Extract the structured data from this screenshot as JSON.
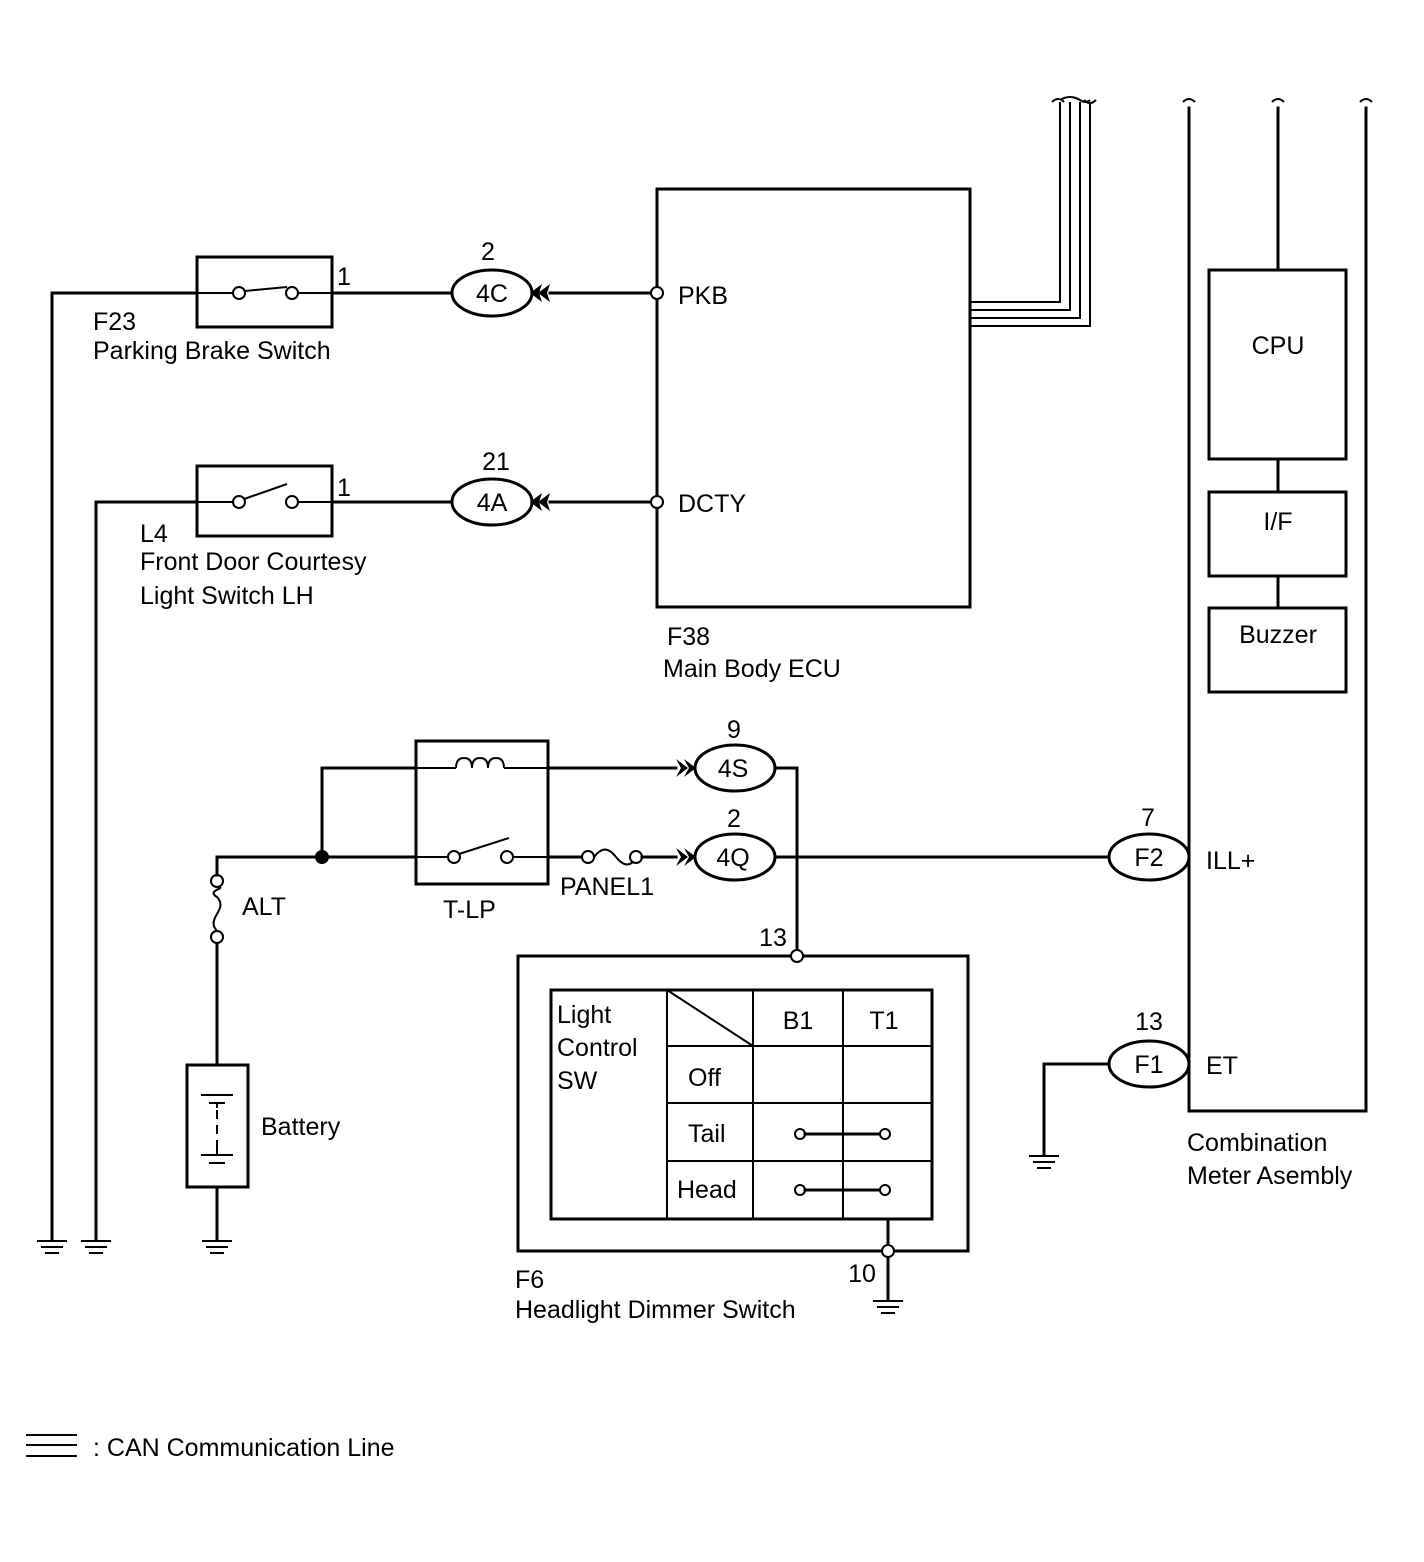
{
  "parking_brake": {
    "code": "F23",
    "name": "Parking Brake Switch",
    "pin": "1"
  },
  "courtesy_switch": {
    "code": "L4",
    "name_line1": "Front Door Courtesy",
    "name_line2": "Light Switch LH",
    "pin": "1"
  },
  "connectors": {
    "c4C": {
      "label": "4C",
      "pin": "2"
    },
    "c4A": {
      "label": "4A",
      "pin": "21"
    },
    "c4S": {
      "label": "4S",
      "pin": "9"
    },
    "c4Q": {
      "label": "4Q",
      "pin": "2"
    },
    "cF2": {
      "label": "F2",
      "pin": "7"
    },
    "cF1": {
      "label": "F1",
      "pin": "13"
    }
  },
  "ecu": {
    "code": "F38",
    "name": "Main Body ECU",
    "pin_pkb": "PKB",
    "pin_dcty": "DCTY"
  },
  "meter": {
    "name_line1": "Combination",
    "name_line2": "Meter Asembly",
    "cpu": "CPU",
    "interface": "I/F",
    "buzzer": "Buzzer",
    "pin_ill": "ILL+",
    "pin_et": "ET"
  },
  "relay": {
    "label": "T-LP"
  },
  "fuse_panel": {
    "label": "PANEL1"
  },
  "fuse_alt": {
    "label": "ALT"
  },
  "battery": {
    "label": "Battery"
  },
  "dimmer": {
    "code": "F6",
    "name": "Headlight Dimmer Switch",
    "pin_top": "13",
    "pin_bottom": "10",
    "table_title": [
      "Light",
      "Control",
      "SW"
    ],
    "col_b1": "B1",
    "col_t1": "T1",
    "rows": [
      "Off",
      "Tail",
      "Head"
    ]
  },
  "legend": {
    "text": ": CAN Communication Line"
  }
}
